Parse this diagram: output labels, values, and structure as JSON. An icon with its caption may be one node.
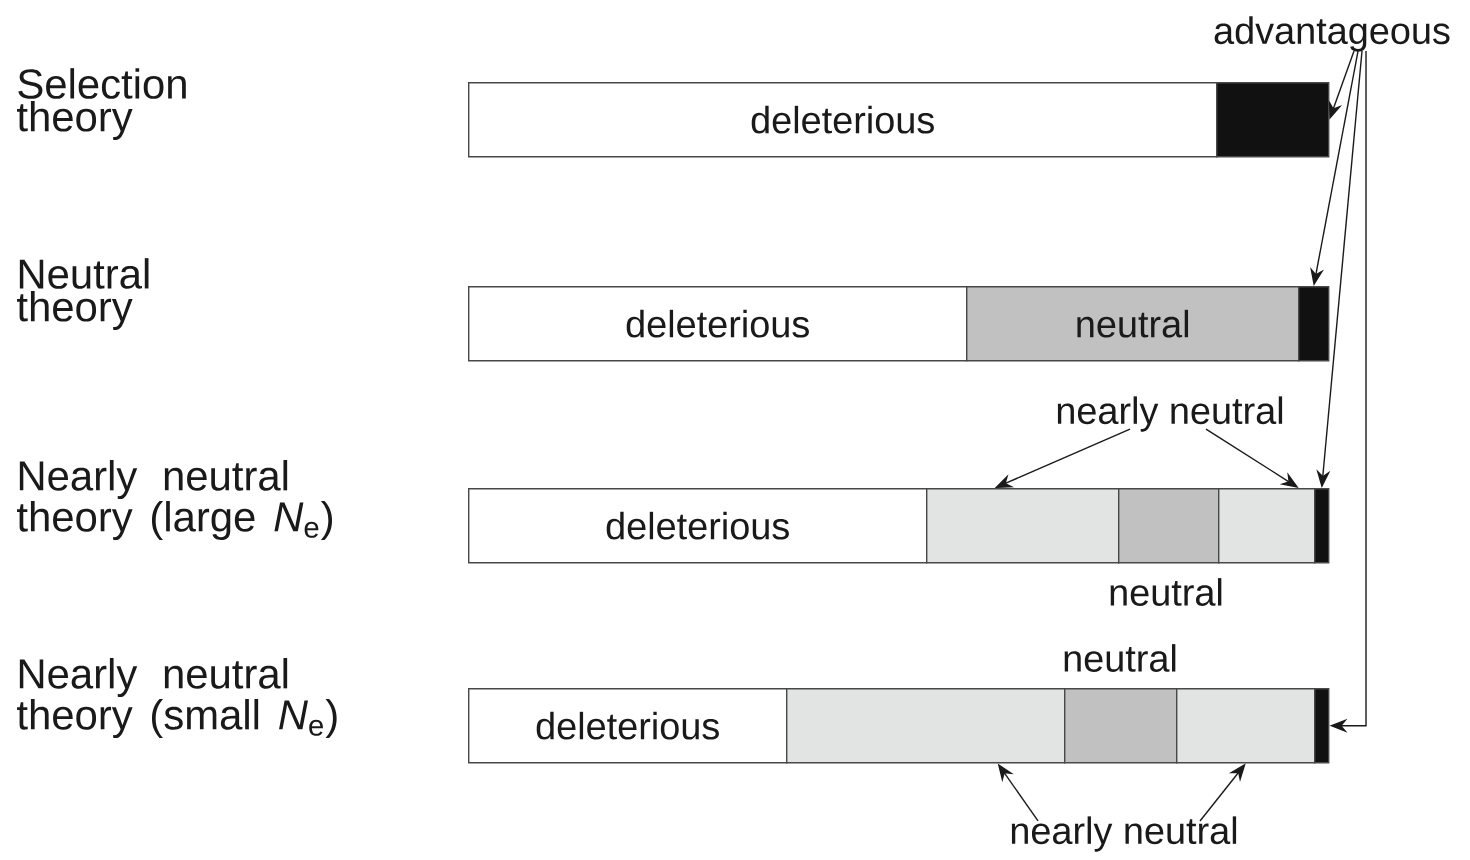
{
  "diagram": {
    "nodes": [
      {
        "text": [
          "advantageous"
        ]
      },
      {
        "text": [
          "deleterious"
        ]
      },
      {
        "text": [],
        "shape": "box"
      },
      {
        "text": [
          "deleterious"
        ]
      },
      {
        "text": [
          "neutral"
        ]
      },
      {
        "text": [],
        "shape": "box"
      },
      {
        "text": [
          "nearly neutral"
        ]
      },
      {
        "text": [
          "deleterious"
        ]
      },
      {
        "text": [],
        "shape": "box"
      },
      {
        "text": [],
        "shape": "box",
        "beside": [
          "neutral"
        ]
      },
      {
        "text": [],
        "shape": "box"
      },
      {
        "text": [],
        "shape": "box"
      },
      {
        "text": [
          "deleterious"
        ]
      },
      {
        "text": [],
        "shape": "box"
      },
      {
        "text": [],
        "shape": "box",
        "beside": [
          "neutral"
        ]
      },
      {
        "text": [],
        "shape": "box"
      },
      {
        "text": [],
        "shape": "box"
      },
      {
        "text": [
          "nearly neutral"
        ]
      }
    ],
    "edges": [
      {
        "from": 0,
        "to": 2,
        "arrow": "to"
      },
      {
        "from": 0,
        "to": 5,
        "arrow": "to"
      },
      {
        "from": 0,
        "to": 11,
        "arrow": "to"
      },
      {
        "from": 0,
        "to": 16,
        "arrow": "to"
      },
      {
        "from": 6,
        "to": 8,
        "arrow": "to"
      },
      {
        "from": 6,
        "to": 10,
        "arrow": "to"
      },
      {
        "from": 17,
        "to": 13,
        "arrow": "to"
      },
      {
        "from": 17,
        "to": 15,
        "arrow": "to"
      }
    ],
    "labels": [
      "Selection theory",
      "Neutral theory",
      "Nearly neutral theory (large *N*$_{e}$)",
      "Nearly neutral theory (small *N*$_{e}$)"
    ]
  }
}
